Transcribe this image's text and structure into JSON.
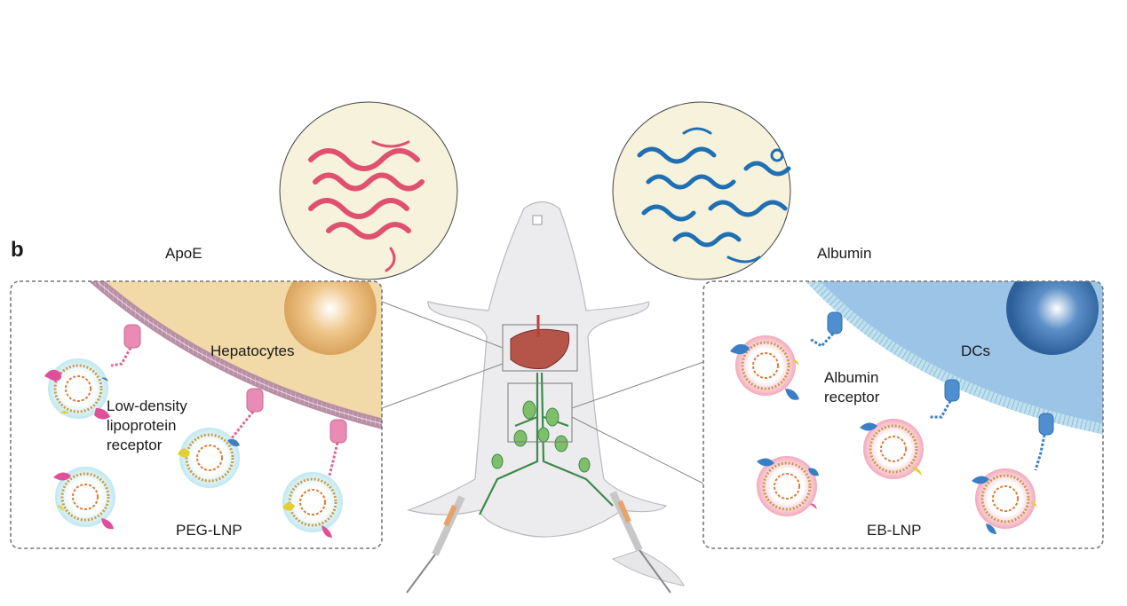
{
  "figure": {
    "panel_letter": "b",
    "left": {
      "protein_title": "ApoE",
      "cell_label": "Hepatocytes",
      "receptor_label": [
        "Low-density",
        "lipoprotein",
        "receptor"
      ],
      "particle_label": "PEG-LNP",
      "colors": {
        "cell": "#f1d9a8",
        "membrane": "#b98fa6",
        "receptor": "#e98bb3",
        "protein": "#e0506f",
        "halo": "#cfeef3"
      }
    },
    "right": {
      "protein_title": "Albumin",
      "cell_label": "DCs",
      "receptor_label": [
        "Albumin",
        "receptor"
      ],
      "particle_label": "EB-LNP",
      "colors": {
        "cell": "#9cc4e6",
        "membrane": "#a9d1e6",
        "receptor": "#3f7fbf",
        "protein": "#1f6fb3",
        "halo": "#f7c3cf"
      }
    }
  }
}
